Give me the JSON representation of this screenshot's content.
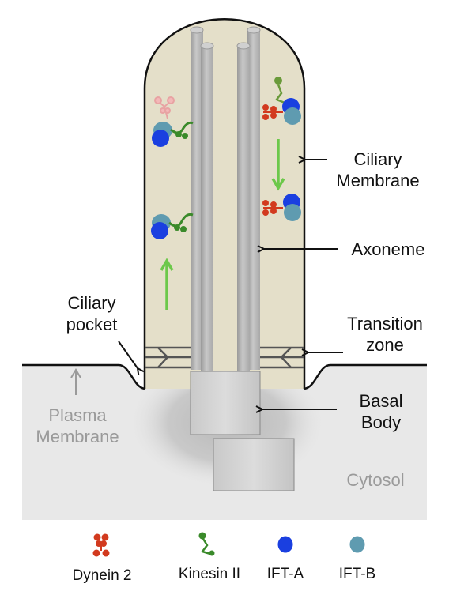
{
  "labels": {
    "ciliary_membrane": [
      "Ciliary",
      "Membrane"
    ],
    "axoneme": "Axoneme",
    "ciliary_pocket": [
      "Ciliary",
      "pocket"
    ],
    "transition_zone": [
      "Transition",
      "zone"
    ],
    "plasma_membrane": [
      "Plasma",
      "Membrane"
    ],
    "basal_body": [
      "Basal",
      "Body"
    ],
    "cytosol": "Cytosol"
  },
  "legend": {
    "dynein": "Dynein 2",
    "kinesin": "Kinesin II",
    "ift_a": "IFT-A",
    "ift_b": "IFT-B"
  },
  "colors": {
    "cilium_fill": "#e4dfc9",
    "dynein": "#d23a1e",
    "kinesin": "#3a8a2a",
    "ift_a": "#1a3fe0",
    "ift_b": "#5f9bb0",
    "arrow": "#6cc84a",
    "microtubule": "#b5b5b5"
  }
}
